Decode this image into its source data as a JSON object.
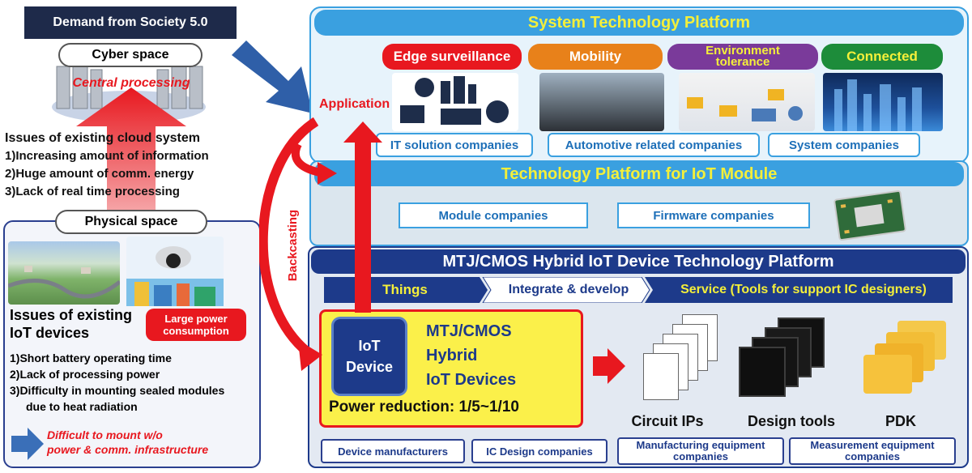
{
  "society": {
    "title": "Demand from Society 5.0"
  },
  "cyber": {
    "label": "Cyber space",
    "central": "Central processing"
  },
  "cloud_issues": {
    "title": "Issues of existing cloud system",
    "items": [
      "1)Increasing amount of information",
      "2)Huge amount of comm. energy",
      "3)Lack of real time processing"
    ]
  },
  "physical": {
    "label": "Physical space",
    "issues_title_1": "Issues of existing",
    "issues_title_2": "IoT devices",
    "badge_1": "Large power",
    "badge_2": "consumption",
    "items": [
      "1)Short battery operating time",
      "2)Lack of processing power",
      "3)Difficulty in mounting sealed modules",
      "due to heat radiation"
    ],
    "note_1": "Difficult to mount w/o",
    "note_2": "power & comm. infrastructure"
  },
  "system_platform": {
    "title": "System Technology Platform",
    "application": "Application",
    "tags": [
      {
        "label": "Edge surveillance",
        "color": "#e8181f"
      },
      {
        "label": "Mobility",
        "color": "#e8811a"
      },
      {
        "label_1": "Environment",
        "label_2": "tolerance",
        "color": "#7a3a9a"
      },
      {
        "label": "Connected",
        "color": "#1d8c3a"
      }
    ],
    "companies": [
      "IT solution companies",
      "Automotive related companies",
      "System companies"
    ]
  },
  "iot_module": {
    "title": "Technology Platform for IoT Module",
    "companies": [
      "Module companies",
      "Firmware companies"
    ]
  },
  "backcasting": "Backcasting",
  "mtj_platform": {
    "title": "MTJ/CMOS Hybrid IoT Device Technology Platform",
    "things": "Things",
    "integrate": "Integrate & develop",
    "service": "Service (Tools for support IC designers)",
    "chip_1": "IoT",
    "chip_2": "Device",
    "device_1": "MTJ/CMOS",
    "device_2": "Hybrid",
    "device_3": "IoT Devices",
    "power": "Power reduction: 1/5~1/10",
    "tools": [
      "Circuit IPs",
      "Design tools",
      "PDK"
    ],
    "companies": [
      {
        "l1": "Device manufacturers"
      },
      {
        "l1": "IC Design companies"
      },
      {
        "l1": "Manufacturing equipment",
        "l2": "companies"
      },
      {
        "l1": "Measurement equipment",
        "l2": "companies"
      }
    ]
  },
  "colors": {
    "cyan": "#3aa0e0",
    "navy": "#1d3a8a",
    "red": "#e8181f",
    "yellow": "#fbf04a"
  }
}
